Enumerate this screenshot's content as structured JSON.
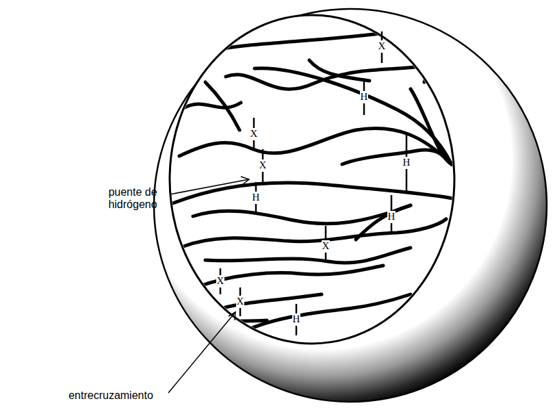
{
  "diagram": {
    "labels": [
      "X",
      "H",
      "X",
      "H",
      "X",
      "H",
      "H",
      "X",
      "X",
      "X",
      "H",
      "puente de hidrógeno",
      "entrecruzamiento"
    ]
  }
}
